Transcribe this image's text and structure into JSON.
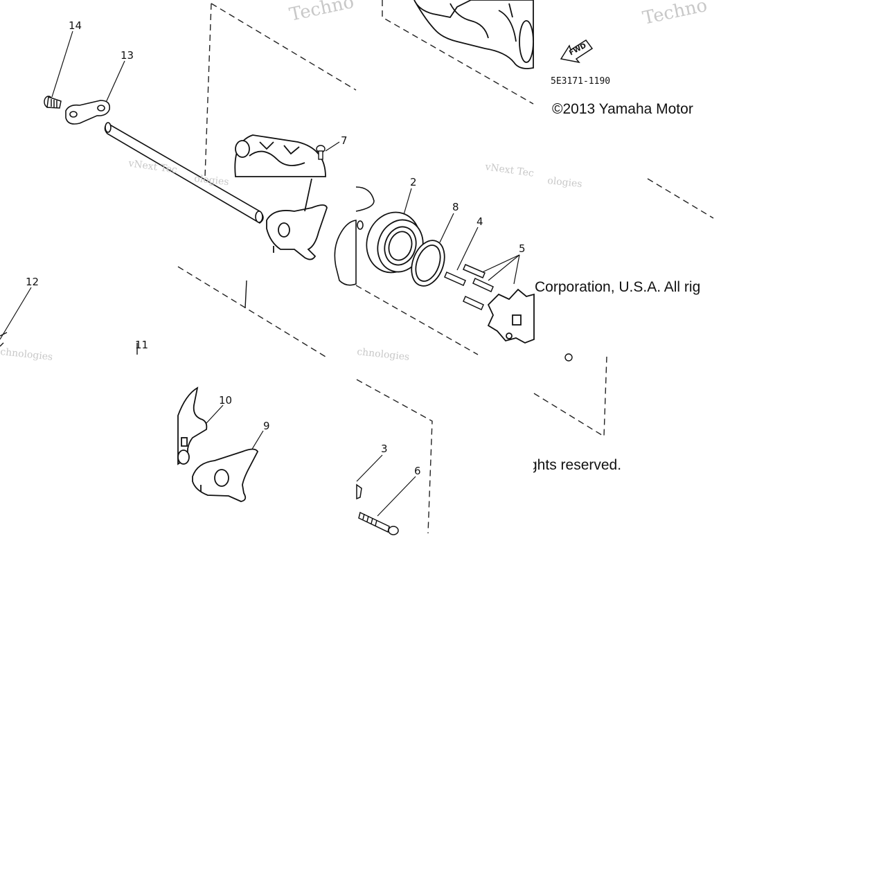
{
  "diagram": {
    "part_numbers": [
      "14",
      "13",
      "7",
      "12",
      "11",
      "2",
      "8",
      "4",
      "5",
      "10",
      "9",
      "3",
      "6"
    ],
    "drawing_code": "5E3171-1190",
    "direction_label": "FWD",
    "copyright_segments": [
      "©2013 Yamaha Motor ",
      "Corporation, U.S.A. All rig",
      "ghts reserved."
    ],
    "watermark_words": [
      "Techno",
      "vNext Tec",
      "ologies",
      "vNext Technologies",
      "chnologies"
    ]
  }
}
